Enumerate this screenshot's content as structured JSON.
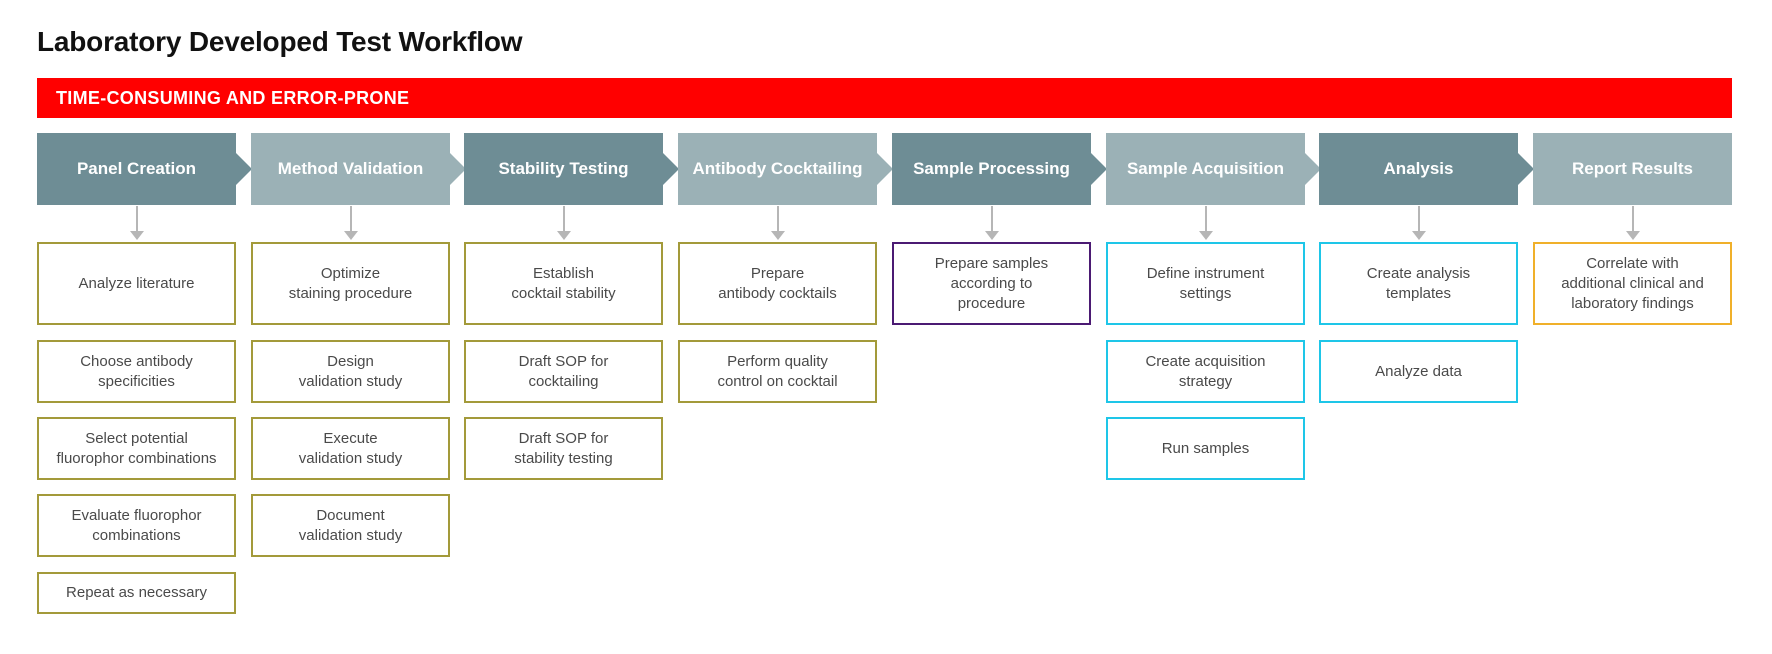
{
  "title": "Laboratory Developed Test Workflow",
  "banner": {
    "text": "TIME-CONSUMING AND ERROR-PRONE",
    "color": "#ff0000"
  },
  "colors": {
    "stage_dark": "#6e8d95",
    "stage_light": "#9bb1b6",
    "olive": "#a39a3a",
    "purple": "#4b1a73",
    "cyan": "#1ec6e8",
    "orange": "#f0b02a",
    "arrow": "#b6b6b6"
  },
  "stages": [
    {
      "label": "Panel Creation",
      "shade": "dark",
      "tasks": [
        "Analyze literature",
        "Choose antibody\nspecificities",
        "Select potential\nfluorophor combinations",
        "Evaluate fluorophor\ncombinations",
        "Repeat as necessary"
      ],
      "task_color": "olive"
    },
    {
      "label": "Method Validation",
      "shade": "light",
      "tasks": [
        "Optimize\nstaining procedure",
        "Design\nvalidation study",
        "Execute\nvalidation study",
        "Document\nvalidation study"
      ],
      "task_color": "olive"
    },
    {
      "label": "Stability Testing",
      "shade": "dark",
      "tasks": [
        "Establish\ncocktail stability",
        "Draft SOP for\ncocktailing",
        "Draft SOP for\nstability testing"
      ],
      "task_color": "olive"
    },
    {
      "label": "Antibody Cocktailing",
      "shade": "light",
      "tasks": [
        "Prepare\nantibody cocktails",
        "Perform quality\ncontrol on cocktail"
      ],
      "task_color": "olive"
    },
    {
      "label": "Sample Processing",
      "shade": "dark",
      "tasks": [
        "Prepare samples\naccording to\nprocedure"
      ],
      "task_color": "purple"
    },
    {
      "label": "Sample Acquisition",
      "shade": "light",
      "tasks": [
        "Define instrument\nsettings",
        "Create acquisition\nstrategy",
        "Run samples"
      ],
      "task_color": "cyan"
    },
    {
      "label": "Analysis",
      "shade": "dark",
      "tasks": [
        "Create analysis\ntemplates",
        "Analyze data"
      ],
      "task_color": "cyan"
    },
    {
      "label": "Report Results",
      "shade": "light",
      "tasks": [
        "Correlate with\nadditional clinical and\nlaboratory findings"
      ],
      "task_color": "orange"
    }
  ]
}
